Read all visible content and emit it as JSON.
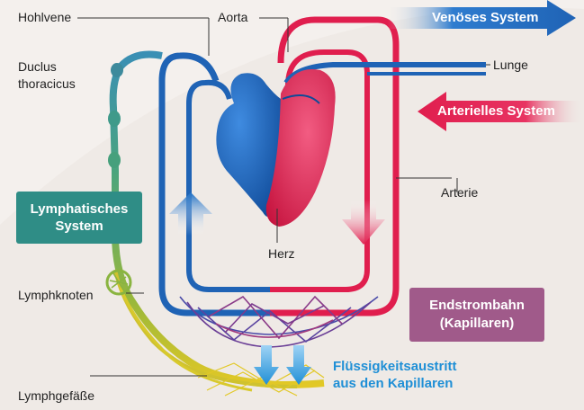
{
  "labels": {
    "hohlvene": "Hohlvene",
    "aorta": "Aorta",
    "duclus_line1": "Duclus",
    "duclus_line2": "thoracicus",
    "lunge": "Lunge",
    "arterie": "Arterie",
    "herz": "Herz",
    "lymphknoten": "Lymphknoten",
    "lymphgefaesse": "Lymphgefäße"
  },
  "boxes": {
    "lymph_line1": "Lymphatisches",
    "lymph_line2": "System",
    "endstrom_line1": "Endstrombahn",
    "endstrom_line2": "(Kapillaren)"
  },
  "arrows": {
    "venous": "Venöses System",
    "arterial": "Arterielles System"
  },
  "fluid": {
    "line1": "Flüssigkeitsaustritt",
    "line2": "aus den Kapillaren"
  },
  "colors": {
    "vein": "#1f63b5",
    "artery": "#e01e4e",
    "lymph": "#4aa47e",
    "lymph_box": "#2f8d86",
    "endstrom_box": "#a05a8a",
    "fluid_text": "#1f8fd6"
  }
}
